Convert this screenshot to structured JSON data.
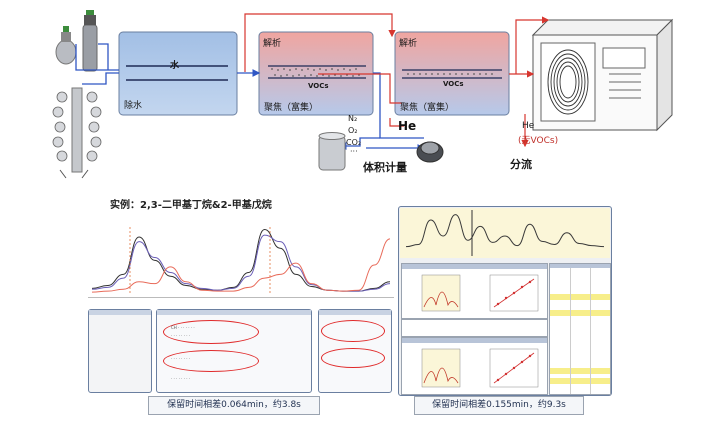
{
  "diagram": {
    "label_water": "水",
    "label_remove_water": "除水",
    "label_desorb_1": "解析",
    "label_desorb_2": "解析",
    "label_focus_1": "聚焦（富集）",
    "label_focus_2": "聚焦（富集）",
    "label_vocs_1": "VOCs",
    "label_vocs_2": "VOCs",
    "label_he_main": "He",
    "label_he_out": "He",
    "label_no_vocs": "(无VOCs)",
    "label_split": "分流",
    "label_n2": "N₂",
    "label_o2": "O₂",
    "label_co2": "CO₂",
    "label_dots": "···",
    "label_volume": "体积计量",
    "label_example": "实例：2,3-二甲基丁烷&2-甲基戊烷",
    "caption_left": "保留时间相差0.064min，约3.8s",
    "caption_right": "保留时间相差0.155min，约9.3s"
  },
  "colors": {
    "gas_line": "#2f56c4",
    "desorb_line": "#d7362f",
    "water_box": "#a9c4e6",
    "heat_top": "#f0a5a0",
    "heat_bottom": "#b6c9ea",
    "highlight_ellipse": "#e02a2a"
  },
  "chart_data": [
    {
      "type": "line",
      "series": [
        {
          "name": "",
          "values": [
            5,
            8,
            20,
            60,
            35,
            18,
            8,
            4,
            3,
            6,
            22,
            68,
            48,
            20,
            7,
            3,
            2,
            2,
            5,
            12
          ]
        },
        {
          "name": "",
          "values": [
            4,
            6,
            16,
            55,
            38,
            22,
            10,
            5,
            3,
            5,
            18,
            62,
            55,
            28,
            9,
            3,
            2,
            2,
            4,
            10
          ]
        },
        {
          "name": "",
          "values": [
            1,
            2,
            4,
            12,
            10,
            28,
            12,
            3,
            2,
            2,
            6,
            16,
            20,
            32,
            10,
            3,
            2,
            3,
            30,
            58
          ]
        }
      ]
    },
    {
      "type": "line",
      "series": [
        {
          "name": "",
          "values": [
            10,
            14,
            60,
            30,
            70,
            22,
            48,
            18,
            30,
            12,
            52,
            20,
            14,
            36,
            16,
            12,
            10
          ]
        }
      ]
    }
  ]
}
